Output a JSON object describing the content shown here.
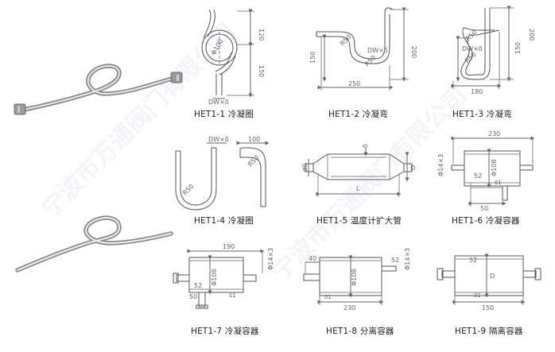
{
  "captions": {
    "het1_1": "HET1-1 冷凝圈",
    "het1_2": "HET1-2 冷凝弯",
    "het1_3": "HET1-3 冷凝弯",
    "het1_4": "HET1-4 冷凝圈",
    "het1_5": "HET1-5 温度计扩大管",
    "het1_6": "HET1-6 冷凝容器",
    "het1_7": "HET1-7 冷凝容器",
    "het1_8": "HET1-8 分离容器",
    "het1_9": "HET1-9 隔离容器"
  },
  "dims": {
    "d1_phi": "Φ100",
    "d1_120": "120",
    "d1_150": "150",
    "d1_dw": "DW×δ",
    "d2_r50a": "R50",
    "d2_r50b": "R50",
    "d2_dw": "DW×δ",
    "d2_150": "150",
    "d2_200": "200",
    "d2_250": "250",
    "d3_r50a": "R50",
    "d3_r50b": "R50",
    "d3_dw": "DW×δ",
    "d3_150": "150",
    "d3_200": "200",
    "d3_180": "180",
    "d4_dw": "DW×δ",
    "d4_r50": "R50",
    "d4_100": "100",
    "d4_r50b": "R50",
    "d5_delta": "δ",
    "d5_d0": "d0",
    "d5_D": "D",
    "d5_L": "L",
    "d6_230": "230",
    "d6_phi14": "Φ14×3",
    "d6_phi108": "Φ108",
    "d6_52": "52",
    "d6_d1": "δ1",
    "d6_50": "50",
    "d7_190": "190",
    "d7_phi14": "Φ14×3",
    "d7_phi108": "Φ108",
    "d7_52": "52",
    "d7_d1": "δ1",
    "d7_50": "50",
    "d8_40": "40",
    "d8_52": "52",
    "d8_phi14": "Φ14×3",
    "d8_phi108": "Φ108",
    "d8_d1": "δ1",
    "d8_230": "230",
    "d9_52": "52",
    "d9_D": "D",
    "d9_d1": "δ1",
    "d9_150": "150"
  },
  "watermark": "宁波市万通阀门有限公司",
  "colors": {
    "line": "#555555",
    "dim": "#666666",
    "caption": "#222222",
    "metal_dark": "#7a7a7a",
    "metal_light": "#d8d8d8"
  }
}
